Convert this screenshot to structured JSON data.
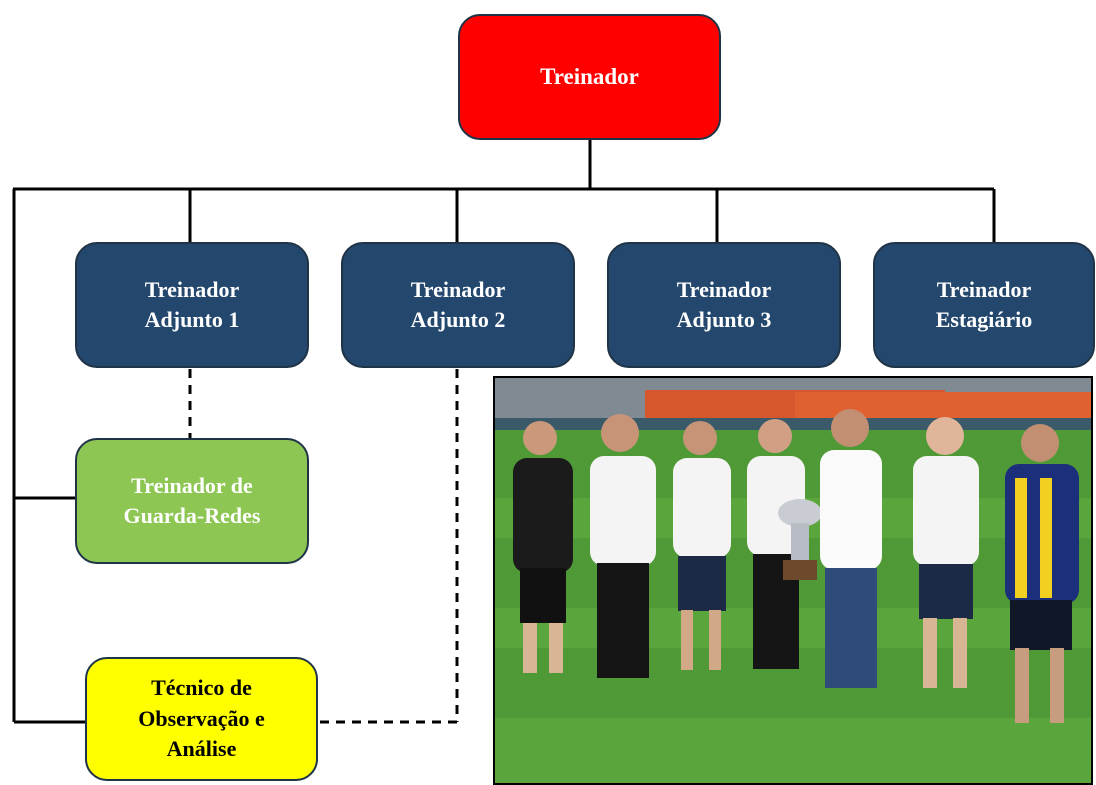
{
  "root": {
    "line1": "Treinador"
  },
  "assistants": [
    {
      "line1": "Treinador",
      "line2": "Adjunto 1"
    },
    {
      "line1": "Treinador",
      "line2": "Adjunto 2"
    },
    {
      "line1": "Treinador",
      "line2": "Adjunto 3"
    },
    {
      "line1": "Treinador",
      "line2": "Estagiário"
    }
  ],
  "goalkeeper": {
    "line1": "Treinador de",
    "line2": "Guarda-Redes"
  },
  "analyst": {
    "line1": "Técnico de",
    "line2": "Observação e",
    "line3": "Análise"
  },
  "colors": {
    "root": "#ff0000",
    "assistant": "#24476e",
    "goalkeeper": "#8dc653",
    "analyst": "#ffff00",
    "connector": "#000000"
  },
  "photo": {
    "description_icon": "team-photo"
  }
}
